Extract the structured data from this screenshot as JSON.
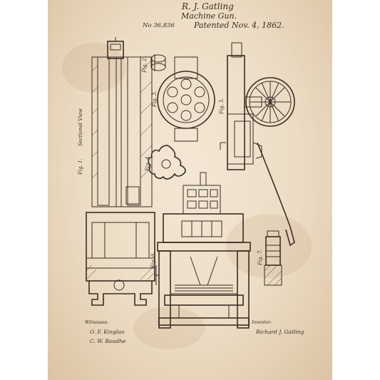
{
  "header": {
    "inventor_name": "R. J. Gatling",
    "title": "Machine Gun.",
    "patent_number": "No 36,836",
    "patent_date": "Patented Nov. 4, 1862."
  },
  "figures": {
    "fig1": "Fig. 1.",
    "fig1_note": "Sectional View",
    "fig2": "Fig. 2.",
    "fig3": "Fig. 3.",
    "fig4": "Fig. 4.",
    "fig5": "Fig. 5.",
    "fig6": "Fig. 6.",
    "fig7": "Fig. 7."
  },
  "footer": {
    "witnesses_label": "Witnesses:",
    "witness_1": "O. F. Kinglan",
    "witness_2": "C. W. Baudhe",
    "inventor_label": "Inventor:",
    "inventor_signature": "Richard J. Gatling"
  },
  "colors": {
    "paper": "#ecdcc4",
    "ink": "#3a2e24",
    "border": "#ffffff"
  }
}
